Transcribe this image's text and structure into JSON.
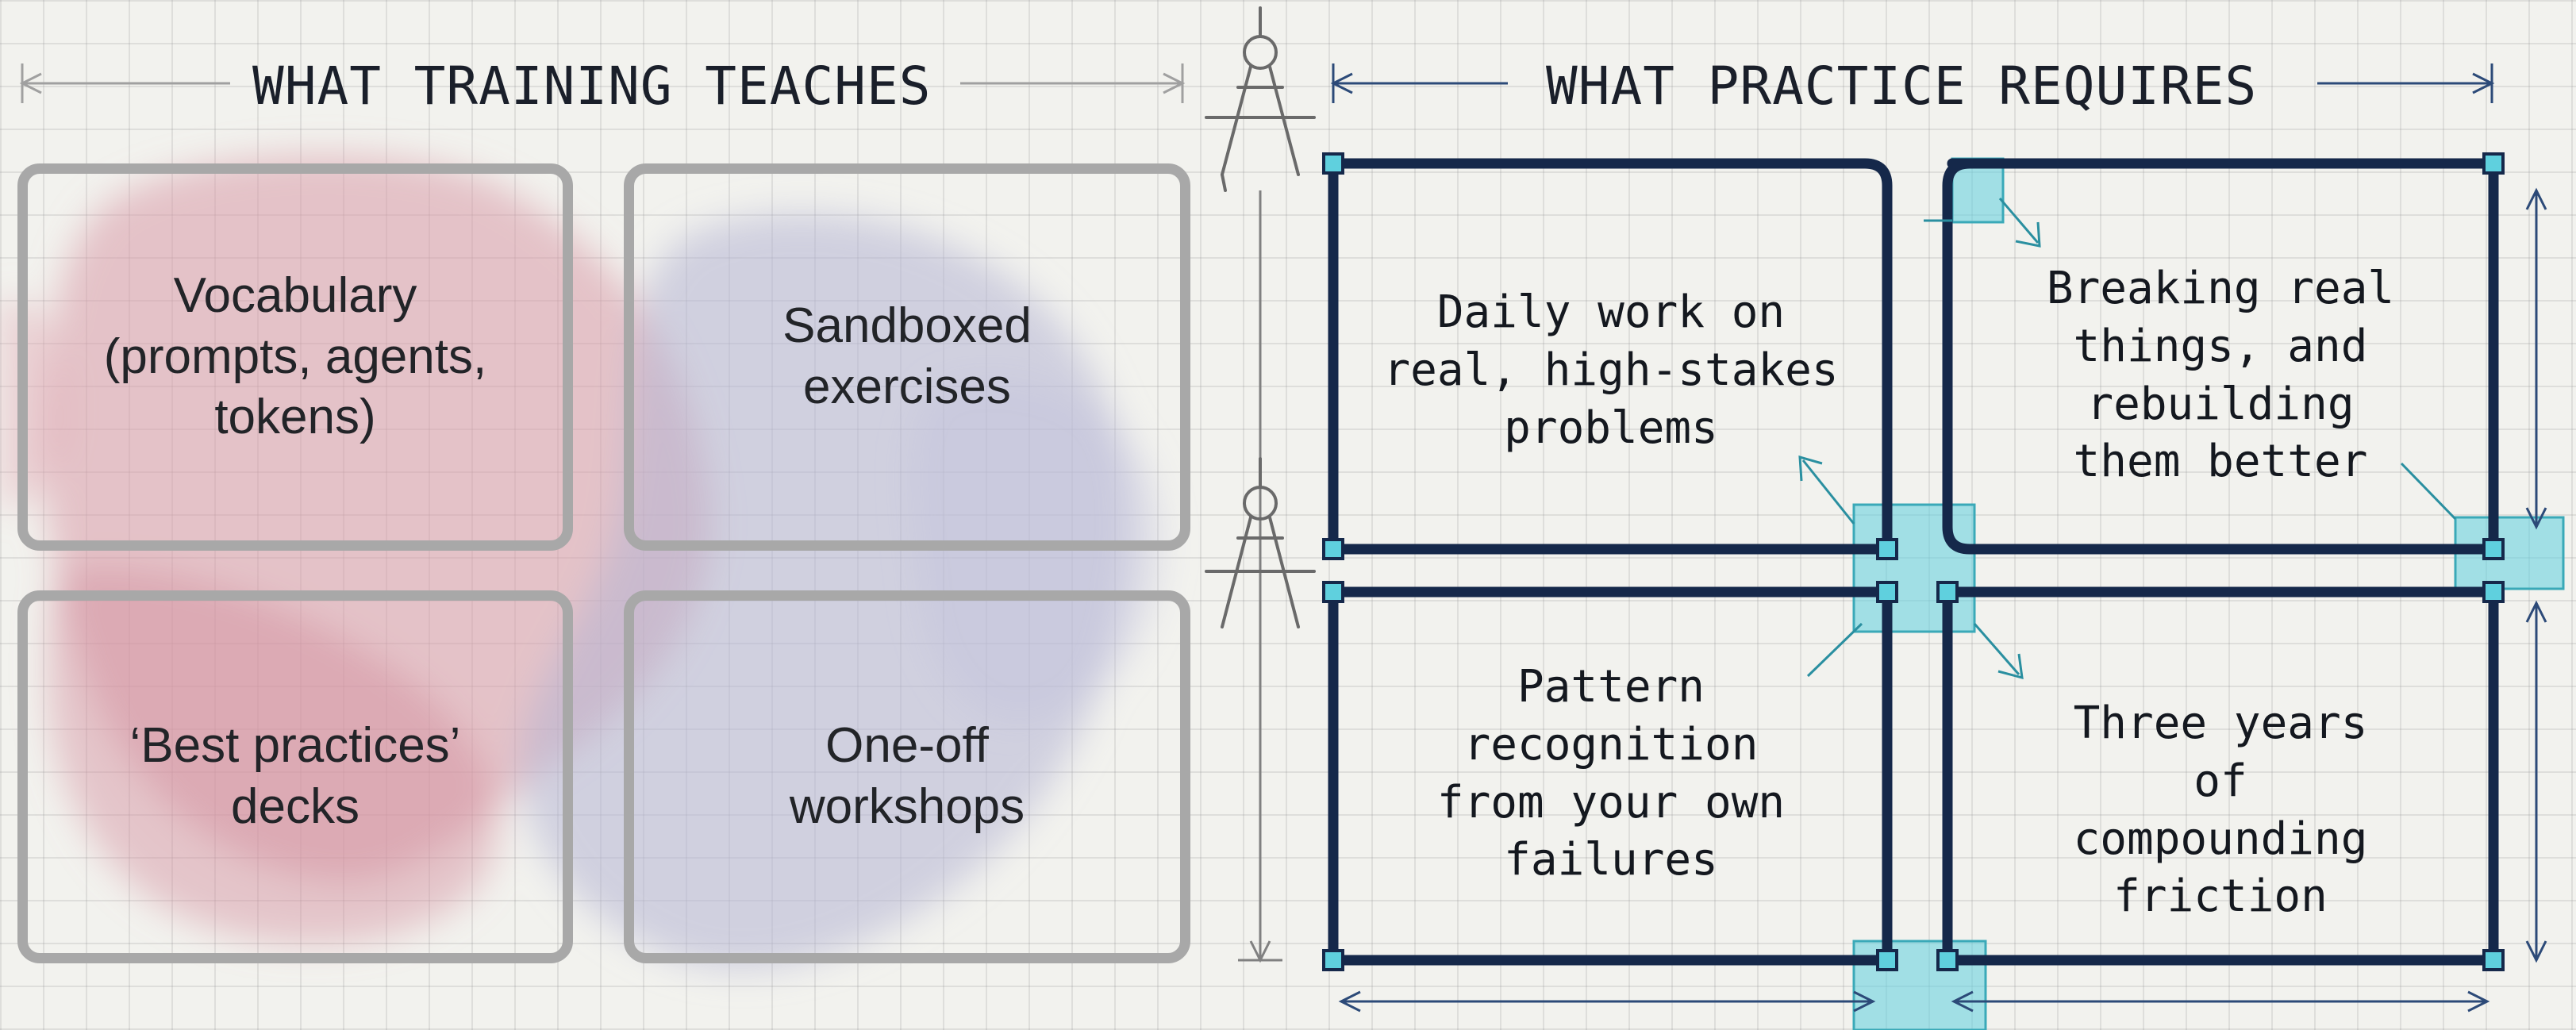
{
  "left": {
    "heading": "WHAT TRAINING TEACHES",
    "items": [
      {
        "label": "Vocabulary\n(prompts, agents,\ntokens)"
      },
      {
        "label": "Sandboxed\nexercises"
      },
      {
        "label": "‘Best practices’\ndecks"
      },
      {
        "label": "One-off\nworkshops"
      }
    ]
  },
  "right": {
    "heading": "WHAT PRACTICE REQUIRES",
    "items": [
      {
        "label": "Daily work on\nreal, high-stakes\nproblems"
      },
      {
        "label": "Breaking real\nthings, and\nrebuilding\nthem better"
      },
      {
        "label": "Pattern\nrecognition\nfrom your own\nfailures"
      },
      {
        "label": "Three years of\ncompounding\nfriction"
      }
    ]
  },
  "colors": {
    "background": "#f2f2ee",
    "soft_border": "#a8a8a8",
    "blueprint_navy": "#15284a",
    "accent_cyan": "#5fd0de",
    "pink_wash": "#d99aa8",
    "lavender_wash": "#b4b4d4"
  },
  "icons": [
    "drafting-compass-icon"
  ]
}
